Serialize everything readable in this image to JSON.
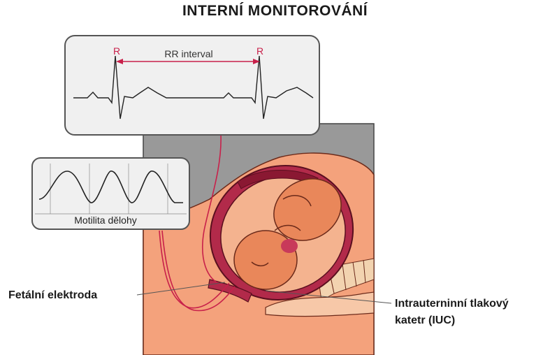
{
  "title": "INTERNÍ MONITOROVÁNÍ",
  "ecg_panel": {
    "r_label_left": "R",
    "r_label_right": "R",
    "interval_label": "RR interval"
  },
  "uterine_panel": {
    "label": "Motilita dělohy"
  },
  "callouts": {
    "fetal_electrode": "Fetální elektroda",
    "iuc_line1": "Intrauterninní tlakový",
    "iuc_line2": "katetr (IUC)"
  },
  "colors": {
    "accent_red": "#d4245a",
    "uterus": "#b22a4a",
    "fetus": "#e9875a",
    "background_box": "#999999",
    "panel_bg": "#f0f0f0"
  }
}
